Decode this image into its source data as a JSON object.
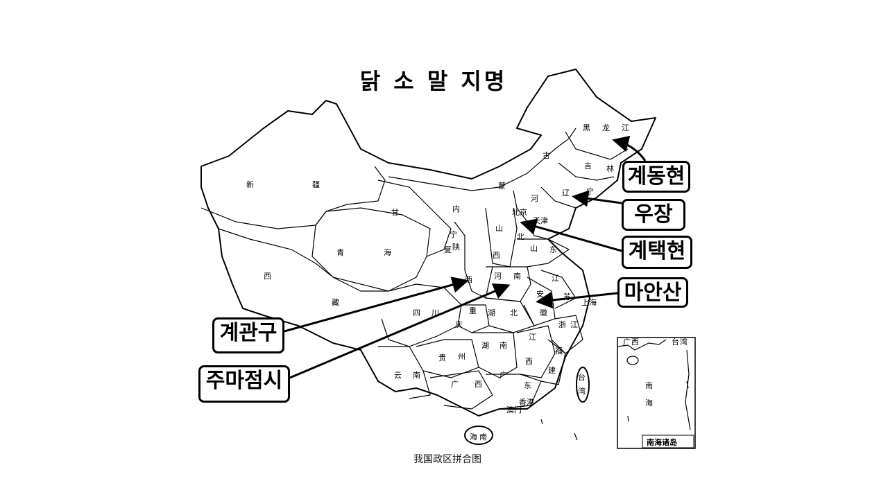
{
  "slide": {
    "title": "닭 소 말 지명",
    "caption": "我国政区拼合图"
  },
  "callouts": [
    {
      "id": "gyedong",
      "label": "계동현"
    },
    {
      "id": "ujang",
      "label": "우장"
    },
    {
      "id": "gyetaek",
      "label": "계택현"
    },
    {
      "id": "maan",
      "label": "마안산"
    },
    {
      "id": "gyegwan",
      "label": "계관구"
    },
    {
      "id": "juma",
      "label": "주마점시"
    }
  ],
  "map": {
    "province_labels": [
      "新",
      "疆",
      "西",
      "藏",
      "青",
      "海",
      "甘",
      "内",
      "蒙",
      "古",
      "黑",
      "龙",
      "江",
      "吉",
      "林",
      "辽",
      "宁",
      "河",
      "北",
      "北京",
      "天津",
      "山",
      "西",
      "山",
      "东",
      "宁",
      "夏",
      "陕",
      "西",
      "河",
      "南",
      "江",
      "苏",
      "安",
      "徽",
      "上海",
      "四",
      "川",
      "重",
      "庆",
      "湖",
      "北",
      "浙",
      "江",
      "湖",
      "南",
      "江",
      "西",
      "福",
      "建",
      "贵",
      "州",
      "云",
      "南",
      "广",
      "西",
      "广",
      "东",
      "台",
      "湾",
      "海",
      "南",
      "澳门",
      "香港"
    ],
    "inset": {
      "title": "南海诸岛",
      "labels": [
        "广",
        "西",
        "台",
        "湾",
        "南",
        "海"
      ]
    }
  }
}
